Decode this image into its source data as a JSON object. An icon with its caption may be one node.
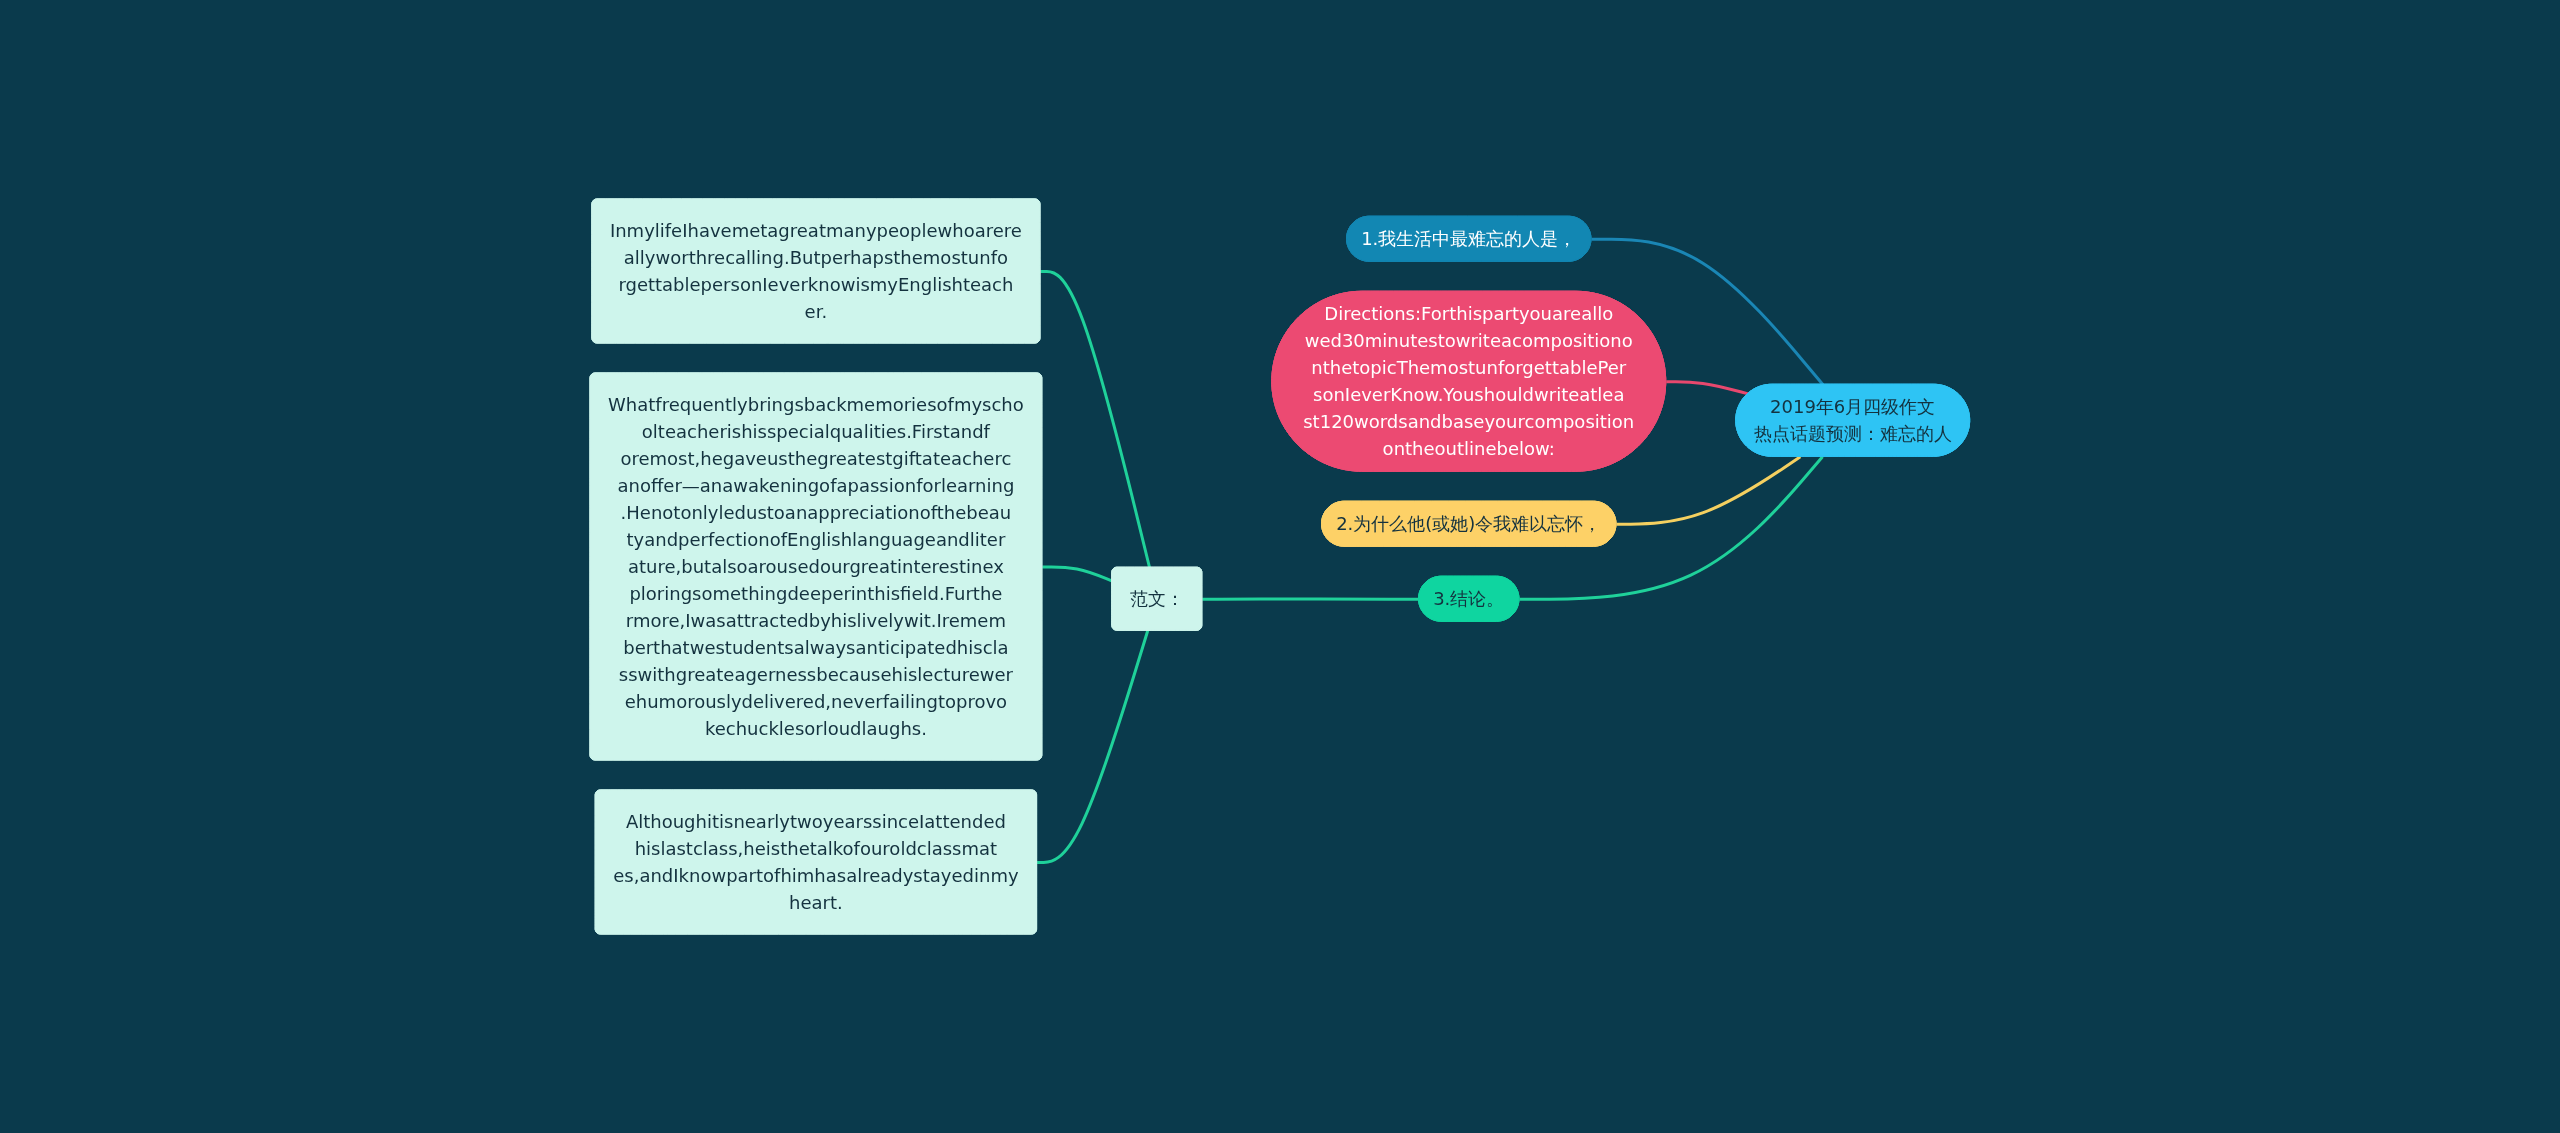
{
  "diagram": {
    "nodes": [
      {
        "text": [
          "2019年6月四级作文热点话题预测：难忘的人"
        ]
      },
      {
        "text": [
          "1.我生活中最难忘的人是，"
        ]
      },
      {
        "text": [
          "Directions:Forthispartyouareallowed30minutestowriteacompositiononthetopicThemostunforgettablePersonIeverKnow.Youshouldwriteatleast120wordsandbaseyourcompositionontheoutlinebelow:"
        ]
      },
      {
        "text": [
          "2.为什么他(或她)令我难以忘怀，"
        ]
      },
      {
        "text": [
          "3.结论。"
        ]
      },
      {
        "text": [
          "范文："
        ]
      },
      {
        "text": [
          "InmylifeIhavemetagreatmanypeoplewhoarereallyworthrecalling.ButperhapsthemostunforgettablepersonIeverknowismyEnglishteacher."
        ]
      },
      {
        "text": [
          "Whatfrequentlybringsbackmemoriesofmyschoolteacherishisspecialqualities.Firstandforemost,hegaveusthegreatestgiftateachercanoffer—anawakeningofapassionforlearning.HenotonlyledustoanappreciationofthebeautyandperfectionofEnglishlanguageandliterature,butalsoarousedourgreatinterestinexploringsomethingdeeperinthisfield.Furthermore,Iwasattractedbyhislivelywit.Irememberthatwestudentsalwaysanticipatedhisclasswithgreateagernessbecausehislecturewerehumorouslydelivered,neverfailingtoprovokechucklesorloudlaughs."
        ]
      },
      {
        "text": [
          "AlthoughitisnearlytwoyearssinceIattendedhislastclass,heisthetalkofouroldclassmates,andIknowpartofhimhasalreadystayedinmyheart."
        ]
      }
    ],
    "edges": [
      {
        "from": 0,
        "to": 1,
        "arrow": "none",
        "color": "#1a86b5"
      },
      {
        "from": 0,
        "to": 2,
        "arrow": "none",
        "color": "#e8486e"
      },
      {
        "from": 0,
        "to": 3,
        "arrow": "none",
        "color": "#f5d060"
      },
      {
        "from": 0,
        "to": 4,
        "arrow": "none"
      },
      {
        "from": 4,
        "to": 5,
        "arrow": "none"
      },
      {
        "from": 5,
        "to": 6,
        "arrow": "none"
      },
      {
        "from": 5,
        "to": 7,
        "arrow": "none"
      },
      {
        "from": 5,
        "to": 8,
        "arrow": "none"
      }
    ]
  }
}
